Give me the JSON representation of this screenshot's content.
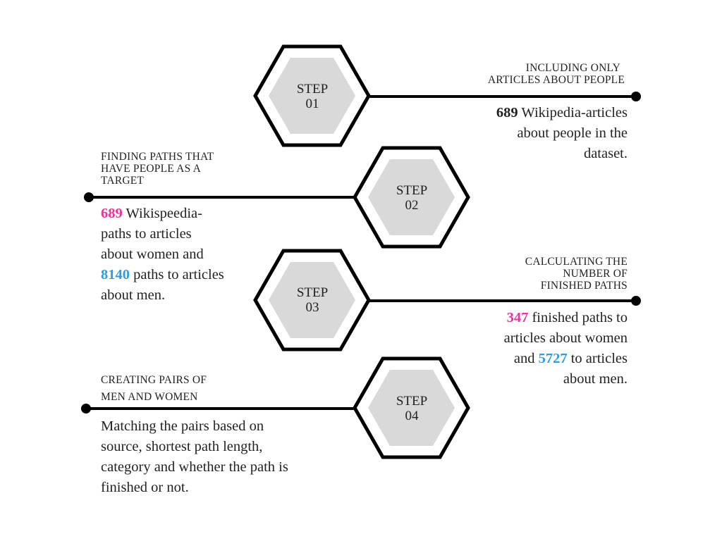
{
  "colors": {
    "line": "#000000",
    "hex_outer": "#000000",
    "hex_inner": "#d9d9d9",
    "women_highlight": "#e8359a",
    "men_highlight": "#2f9be0"
  },
  "steps": [
    {
      "label_line1": "STEP",
      "label_line2": "01",
      "caption": [
        "INCLUDING ONLY",
        "ARTICLES ABOUT PEOPLE"
      ],
      "description": {
        "line1_num": "689",
        "line1_rest": " Wikipedia-articles",
        "line2": "about people in the",
        "line3": "dataset."
      }
    },
    {
      "label_line1": "STEP",
      "label_line2": "02",
      "caption": [
        "FINDING PATHS THAT",
        "HAVE PEOPLE AS A",
        "TARGET"
      ],
      "description": {
        "line1_num": "689",
        "line1_rest": " Wikispeedia-",
        "line2": "paths to articles",
        "line3": "about women and",
        "line4_num": "8140",
        "line4_rest": " paths to articles",
        "line5": "about men."
      }
    },
    {
      "label_line1": "STEP",
      "label_line2": "03",
      "caption": [
        "CALCULATING THE",
        "NUMBER OF",
        "FINISHED PATHS"
      ],
      "description": {
        "line1_num": "347",
        "line1_rest": " finished paths to",
        "line2": "articles about women",
        "line3_pre": "and ",
        "line3_num": "5727",
        "line3_rest": " to articles",
        "line4": "about men."
      }
    },
    {
      "label_line1": "STEP",
      "label_line2": "04",
      "caption": [
        "CREATING PAIRS OF",
        "MEN AND WOMEN"
      ],
      "description": {
        "line1": "Matching the pairs based on",
        "line2": "source, shortest path length,",
        "line3": "category and whether the path is",
        "line4": "finished or not."
      }
    }
  ]
}
